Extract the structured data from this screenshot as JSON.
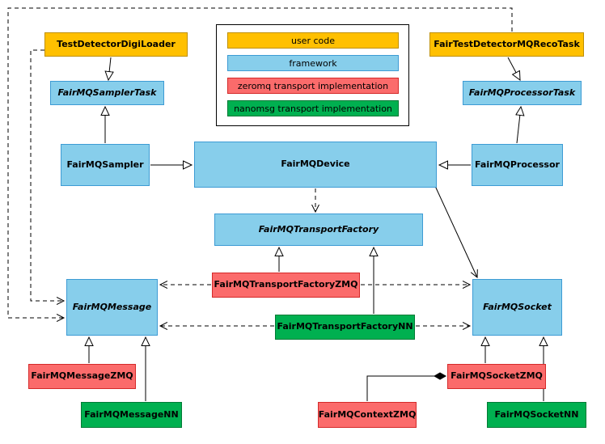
{
  "diagram": {
    "kind": "uml-class-diagram",
    "colors": {
      "user_code": "#FFC000",
      "framework": "#87CEEB",
      "zeromq": "#FB6B6B",
      "nanomsg": "#00B050"
    }
  },
  "legend": {
    "items": [
      {
        "label": "user code",
        "color": "#FFC000"
      },
      {
        "label": "framework",
        "color": "#87CEEB"
      },
      {
        "label": "zeromq transport implementation",
        "color": "#FB6B6B"
      },
      {
        "label": "nanomsg transport implementation",
        "color": "#00B050"
      }
    ]
  },
  "nodes": {
    "test_detector_digi_loader": {
      "label": "TestDetectorDigiLoader",
      "category": "user code"
    },
    "fair_test_detector_mq_reco_task": {
      "label": "FairTestDetectorMQRecoTask",
      "category": "user code"
    },
    "fairmq_sampler_task": {
      "label": "FairMQSamplerTask",
      "category": "framework",
      "abstract": true
    },
    "fairmq_processor_task": {
      "label": "FairMQProcessorTask",
      "category": "framework",
      "abstract": true
    },
    "fairmq_sampler": {
      "label": "FairMQSampler",
      "category": "framework"
    },
    "fairmq_device": {
      "label": "FairMQDevice",
      "category": "framework"
    },
    "fairmq_processor": {
      "label": "FairMQProcessor",
      "category": "framework"
    },
    "fairmq_transport_factory": {
      "label": "FairMQTransportFactory",
      "category": "framework",
      "abstract": true
    },
    "fairmq_transport_factory_zmq": {
      "label": "FairMQTransportFactoryZMQ",
      "category": "zeromq"
    },
    "fairmq_transport_factory_nn": {
      "label": "FairMQTransportFactoryNN",
      "category": "nanomsg"
    },
    "fairmq_message": {
      "label": "FairMQMessage",
      "category": "framework",
      "abstract": true
    },
    "fairmq_socket": {
      "label": "FairMQSocket",
      "category": "framework",
      "abstract": true
    },
    "fairmq_message_zmq": {
      "label": "FairMQMessageZMQ",
      "category": "zeromq"
    },
    "fairmq_message_nn": {
      "label": "FairMQMessageNN",
      "category": "nanomsg"
    },
    "fairmq_socket_zmq": {
      "label": "FairMQSocketZMQ",
      "category": "zeromq"
    },
    "fairmq_context_zmq": {
      "label": "FairMQContextZMQ",
      "category": "zeromq"
    },
    "fairmq_socket_nn": {
      "label": "FairMQSocketNN",
      "category": "nanomsg"
    }
  },
  "edges": [
    {
      "from": "TestDetectorDigiLoader",
      "to": "FairMQSamplerTask",
      "type": "generalization",
      "style": "solid"
    },
    {
      "from": "FairMQSampler",
      "to": "FairMQSamplerTask",
      "type": "association-arrow",
      "style": "solid"
    },
    {
      "from": "FairMQSampler",
      "to": "FairMQDevice",
      "type": "generalization",
      "style": "solid"
    },
    {
      "from": "FairMQProcessor",
      "to": "FairMQDevice",
      "type": "generalization",
      "style": "solid"
    },
    {
      "from": "FairMQProcessor",
      "to": "FairMQProcessorTask",
      "type": "association-arrow",
      "style": "solid"
    },
    {
      "from": "FairTestDetectorMQRecoTask",
      "to": "FairMQProcessorTask",
      "type": "generalization",
      "style": "solid"
    },
    {
      "from": "FairMQDevice",
      "to": "FairMQTransportFactory",
      "type": "dependency",
      "style": "dashed"
    },
    {
      "from": "FairMQDevice",
      "to": "FairMQSocket",
      "type": "association-arrow",
      "style": "solid"
    },
    {
      "from": "FairMQTransportFactoryZMQ",
      "to": "FairMQTransportFactory",
      "type": "generalization",
      "style": "solid"
    },
    {
      "from": "FairMQTransportFactoryNN",
      "to": "FairMQTransportFactory",
      "type": "generalization",
      "style": "solid"
    },
    {
      "from": "FairMQTransportFactoryZMQ",
      "to": "FairMQMessage",
      "type": "dependency",
      "style": "dashed"
    },
    {
      "from": "FairMQTransportFactoryZMQ",
      "to": "FairMQSocket",
      "type": "dependency",
      "style": "dashed"
    },
    {
      "from": "FairMQTransportFactoryNN",
      "to": "FairMQMessage",
      "type": "dependency",
      "style": "dashed"
    },
    {
      "from": "FairMQTransportFactoryNN",
      "to": "FairMQSocket",
      "type": "dependency",
      "style": "dashed"
    },
    {
      "from": "TestDetectorDigiLoader",
      "to": "FairMQMessage",
      "type": "dependency",
      "style": "dashed"
    },
    {
      "from": "FairTestDetectorMQRecoTask",
      "to": "FairMQMessage",
      "type": "dependency",
      "style": "dashed"
    },
    {
      "from": "FairMQMessageZMQ",
      "to": "FairMQMessage",
      "type": "generalization",
      "style": "solid"
    },
    {
      "from": "FairMQMessageNN",
      "to": "FairMQMessage",
      "type": "generalization",
      "style": "solid"
    },
    {
      "from": "FairMQSocketZMQ",
      "to": "FairMQSocket",
      "type": "generalization",
      "style": "solid"
    },
    {
      "from": "FairMQSocketNN",
      "to": "FairMQSocket",
      "type": "generalization",
      "style": "solid"
    },
    {
      "from": "FairMQContextZMQ",
      "to": "FairMQSocketZMQ",
      "type": "composition",
      "style": "solid"
    }
  ]
}
